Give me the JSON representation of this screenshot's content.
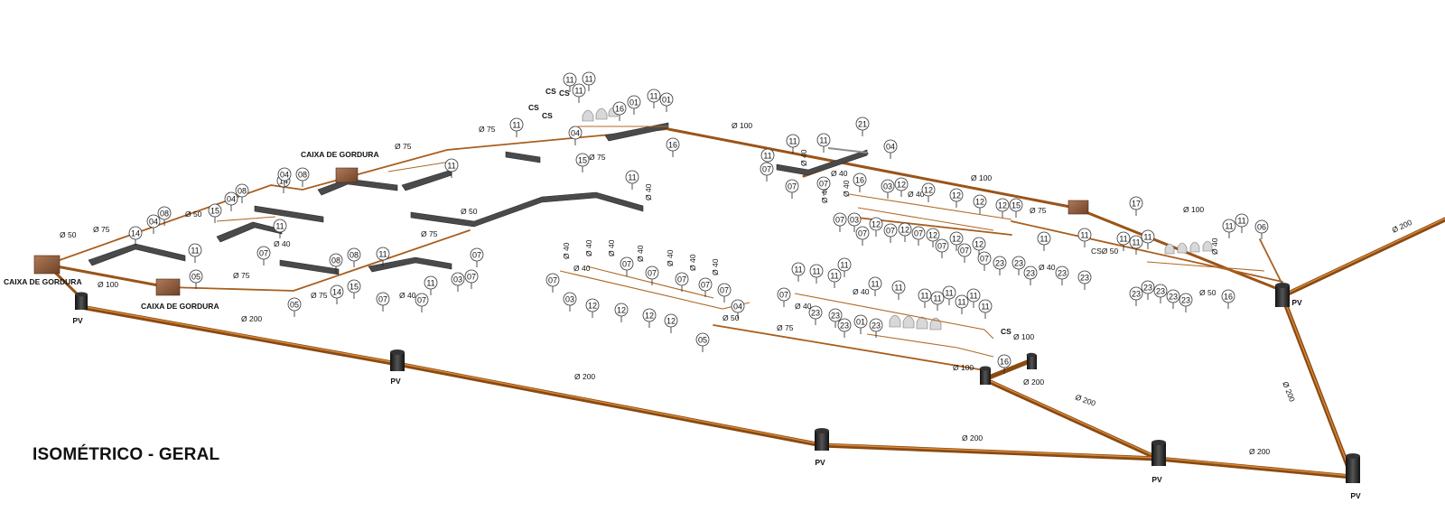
{
  "title": "ISOMÉTRICO - GERAL",
  "colors": {
    "pipe": "#8a4a12",
    "pipe_highlight": "#d88a3a",
    "slab": "#4a4a4a",
    "box": "#8b5a3c",
    "pv": "#2b2b2b"
  },
  "labels": {
    "caixa_gordura": "CAIXA DE GORDURA",
    "pv": "PV",
    "cs": "CS",
    "csd50": "CSØ 50"
  },
  "diameters": {
    "d200": "Ø 200",
    "d100": "Ø 100",
    "d75": "Ø 75",
    "d50": "Ø 50",
    "d40": "Ø 40"
  },
  "item_codes": [
    "01",
    "03",
    "04",
    "05",
    "06",
    "07",
    "08",
    "11",
    "12",
    "14",
    "15",
    "16",
    "17",
    "21",
    "23"
  ]
}
